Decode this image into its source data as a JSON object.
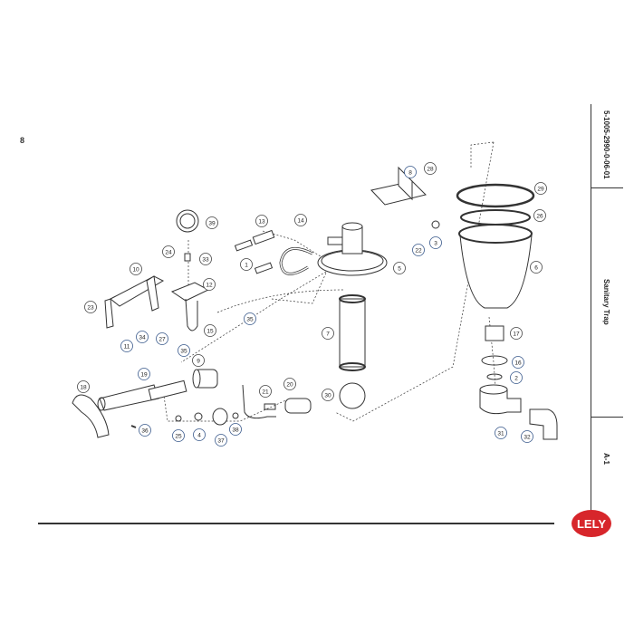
{
  "page_number": "8",
  "sidebar": {
    "document_number": "5-1005-2990-0-06-01",
    "title": "Sanitary Trap",
    "section": "A-1"
  },
  "logo_text": "LELY",
  "callouts": [
    "8",
    "28",
    "29",
    "26",
    "6",
    "3",
    "22",
    "5",
    "39",
    "13",
    "14",
    "24",
    "33",
    "1",
    "10",
    "12",
    "23",
    "35",
    "15",
    "11",
    "34",
    "27",
    "35",
    "7",
    "17",
    "9",
    "16",
    "2",
    "19",
    "18",
    "20",
    "21",
    "30",
    "36",
    "25",
    "4",
    "37",
    "38",
    "31",
    "32"
  ],
  "colors": {
    "brand_red": "#d7262b",
    "line": "#333333",
    "callout_blue": "#3a5a8c",
    "callout_red": "#8c2a2a"
  }
}
